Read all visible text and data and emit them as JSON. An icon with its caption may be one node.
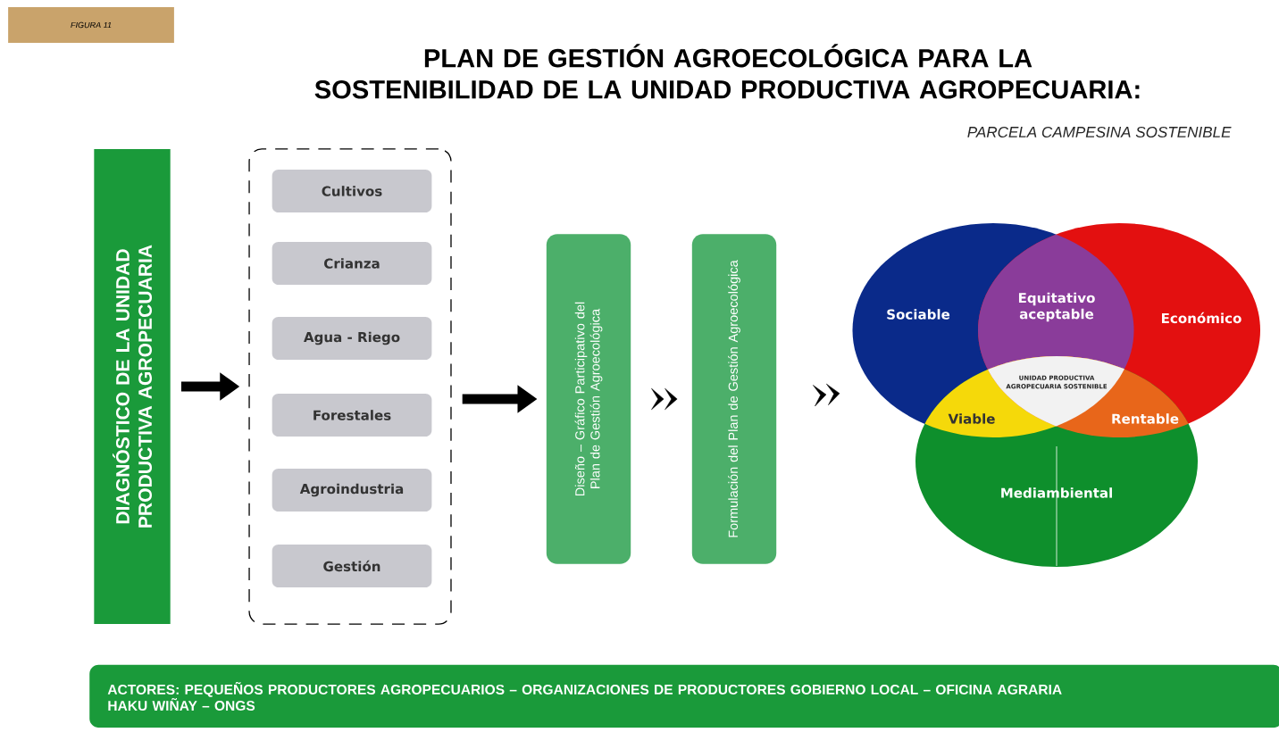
{
  "diagram": {
    "title": "PLAN DE GESTIÓN AGROECOLÓGICA PARA LA SOSTENIBILIDAD DE LA UNIDAD PRODUCTIVA AGROPECUARIA:",
    "nodes": [
      {
        "text": [
          "FIGURA 11"
        ]
      },
      {
        "text": [
          "DIAGNÓSTICO DE LA UNIDAD PRODUCTIVA AGROPECUARIA"
        ]
      },
      {
        "text": [],
        "shape": "box"
      },
      {
        "text": [
          "Cultivos"
        ],
        "in": 2
      },
      {
        "text": [
          "Crianza"
        ],
        "in": 2
      },
      {
        "text": [
          "Agua - Riego"
        ],
        "in": 2
      },
      {
        "text": [
          "Forestales"
        ],
        "in": 2
      },
      {
        "text": [
          "Agroindustria"
        ],
        "in": 2
      },
      {
        "text": [
          "Gestión"
        ],
        "in": 2
      },
      {
        "text": [
          "Diseño – Gráfico Participativo del Plan de Gestión Agroecológica"
        ]
      },
      {
        "text": [
          "Formulación del Plan de Gestión Agroecológica"
        ]
      },
      {
        "text": [
          "Sociable"
        ]
      },
      {
        "text": [
          "Económico"
        ]
      },
      {
        "text": [
          "Mediambiental"
        ]
      },
      {
        "text": [
          "ACTORES: PEQUEÑOS PRODUCTORES AGROPECUARIOS – ORGANIZACIONES  DE PRODUCTORES  GOBIERNO LOCAL – OFICINA AGRARIA HAKU WIÑAY – ONGS"
        ]
      }
    ],
    "edges": [
      {
        "from": 1,
        "to": 2,
        "arrow": "to"
      },
      {
        "from": 2,
        "to": 9,
        "arrow": "to"
      },
      {
        "from": 9,
        "to": 10,
        "arrow": "to"
      },
      {
        "from": 10,
        "to": 11,
        "arrow": "to"
      }
    ],
    "labels": [
      "PARCELA CAMPESINA SOSTENIBLE",
      "Equitativo aceptable",
      "Viable",
      "Rentable",
      "UNIDAD PRODUCTIVA AGROPECUARIA SOSTENIBLE"
    ]
  }
}
